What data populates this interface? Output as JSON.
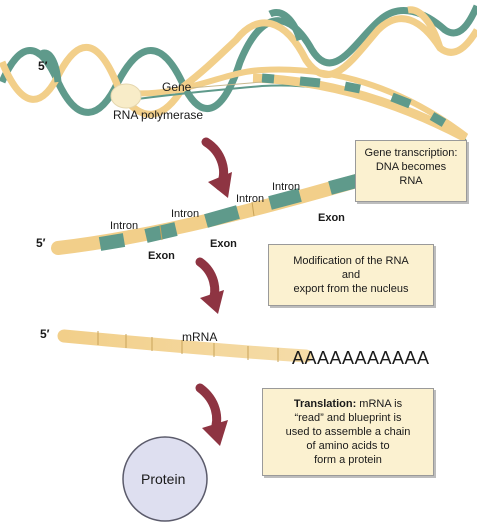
{
  "colors": {
    "strand_yellow": "#f2cf8a",
    "strand_teal": "#5f9a8b",
    "exon_teal": "#5f9a8b",
    "box_fill": "#fbf1d0",
    "arrow_red": "#8e3442",
    "protein_fill": "#dedff0"
  },
  "labels": {
    "dna_5prime": "5′",
    "gene": "Gene",
    "rna_polymerase": "RNA polymerase",
    "prerna_5prime": "5′",
    "intron": "Intron",
    "exon": "Exon",
    "mrna_5prime": "5′",
    "mrna": "mRNA",
    "poly_a": "AAAAAAAAAAA",
    "protein": "Protein"
  },
  "boxes": {
    "transcription": [
      "Gene transcription:",
      "DNA becomes",
      "RNA"
    ],
    "modification": [
      "Modification of the RNA",
      "and",
      "export from the nucleus"
    ],
    "translation_bold": "Translation:",
    "translation": [
      " mRNA is",
      "“read” and blueprint is",
      "used to assemble a chain",
      "of amino acids to",
      "form a protein"
    ]
  },
  "icons": {
    "arrows": [
      "curved-arrow-icon",
      "curved-arrow-icon",
      "curved-arrow-icon"
    ]
  }
}
